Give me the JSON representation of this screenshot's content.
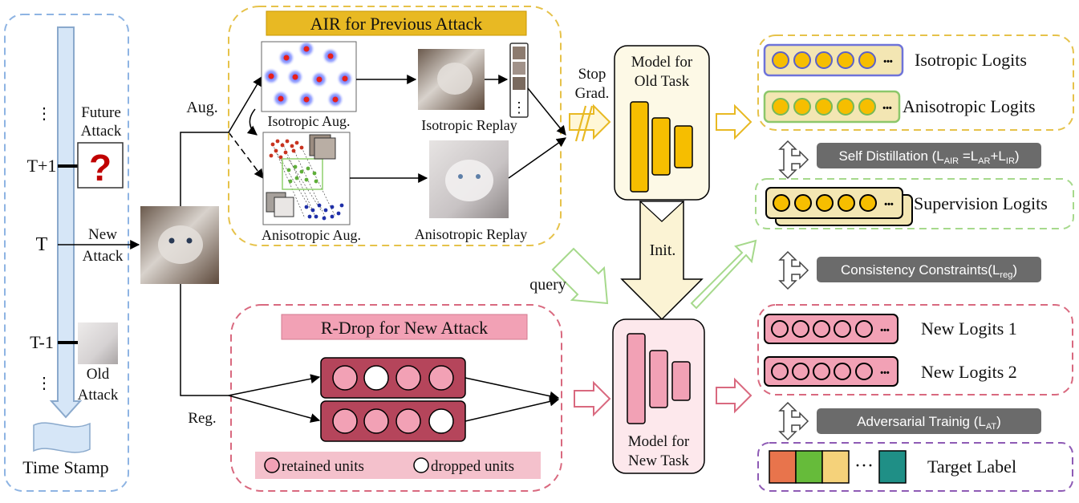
{
  "timeline": {
    "ellipsis": "⋮",
    "t_plus_1": "T+1",
    "t": "T",
    "t_minus_1": "T-1",
    "future_attack_line1": "Future",
    "future_attack_line2": "Attack",
    "future_attack_mark": "?",
    "new_attack_line1": "New",
    "new_attack_line2": "Attack",
    "old_attack_line1": "Old",
    "old_attack_line2": "Attack",
    "time_stamp": "Time Stamp"
  },
  "branches": {
    "aug": "Aug.",
    "reg": "Reg.",
    "query": "query",
    "stop_grad_line1": "Stop",
    "stop_grad_line2": "Grad.",
    "init": "Init."
  },
  "air": {
    "title": "AIR for Previous Attack",
    "isotropic_aug": "Isotropic Aug.",
    "anisotropic_aug": "Anisotropic Aug.",
    "isotropic_replay": "Isotropic Replay",
    "anisotropic_replay": "Anisotropic Replay"
  },
  "rdrop": {
    "title": "R-Drop for New Attack",
    "retained_units": "retained units",
    "dropped_units": "dropped units"
  },
  "models": {
    "old_line1": "Model for",
    "old_line2": "Old Task",
    "new_line1": "Model for",
    "new_line2": "New Task"
  },
  "logits": {
    "isotropic": "Isotropic Logits",
    "anisotropic": "Anisotropic Logits",
    "supervision": "Supervision Logits",
    "new1": "New  Logits 1",
    "new2": "New  Logits 2",
    "target": "Target Label",
    "ellipsis": "•••",
    "target_ellipsis": "···"
  },
  "losses": {
    "self_distillation_prefix": "Self Distillation (L",
    "self_distillation_sub1": "AIR",
    "self_distillation_mid1": " =L",
    "self_distillation_sub2": "AR",
    "self_distillation_mid2": "+L",
    "self_distillation_sub3": "IR",
    "self_distillation_suffix": ")",
    "consistency_prefix": "Consistency Constraints(L",
    "consistency_sub": "reg",
    "consistency_suffix": ")",
    "adversarial_prefix": "Adversarial Trainig (L",
    "adversarial_sub": "AT",
    "adversarial_suffix": ")"
  },
  "colors": {
    "timeline_blue": "#8eb4e3",
    "air_gold": "#e8b923",
    "air_dash": "#e6c24a",
    "rdrop_pink": "#e07a8c",
    "rdrop_dash": "#d9697f",
    "green": "#9fd28a",
    "purple": "#8e5bb5",
    "unit_yellow": "#f6be00",
    "unit_pink": "#f2a1b5",
    "dark_red": "#b5455b",
    "loss_gray": "#6b6b6b",
    "target_label_colors": [
      "#e8744c",
      "#66bb3a",
      "#f5d27a",
      "#1f8f86"
    ]
  }
}
